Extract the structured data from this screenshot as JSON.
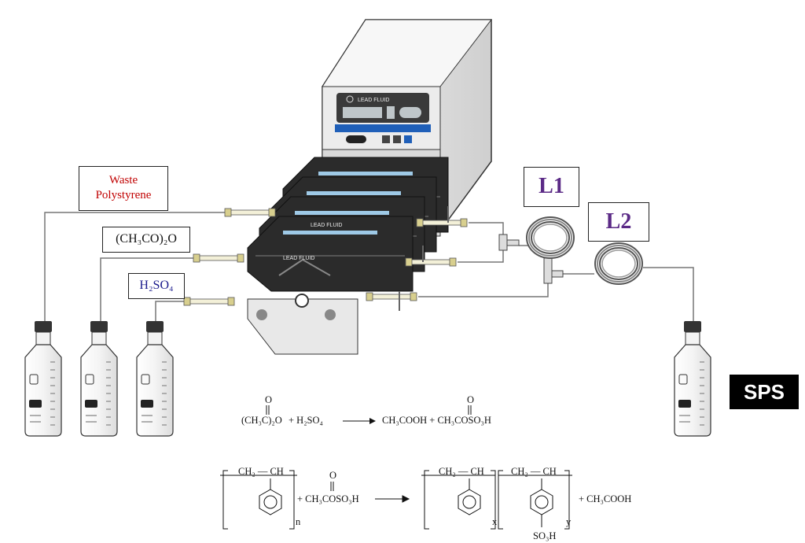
{
  "labels": {
    "waste_line1": "Waste",
    "waste_line2": "Polystyrene",
    "acetic_anhydride": "(CH₃CO)₂O",
    "sulfuric_acid": "H₂SO₄",
    "loop1": "L1",
    "loop2": "L2",
    "product": "SPS"
  },
  "pump": {
    "brand": "LEAD FLUID",
    "head_brand": "LEAD FLUID"
  },
  "reaction1": {
    "reactant1": "(CH₃C)₂O",
    "oxygen": "O",
    "plus1": "+ H₂SO₄",
    "product": "CH₃COOH + CH₃COSO₃H",
    "product_oxygen": "O"
  },
  "reaction2": {
    "chain_label": "CH₂ — CH",
    "subscript_n": "n",
    "reagent": "+ CH₃COSO₃H",
    "reagent_oxygen": "O",
    "subscript_x": "x",
    "subscript_y": "y",
    "sulfonate": "SO₃H",
    "byproduct": "+ CH₃COOH"
  },
  "colors": {
    "waste_text": "#c00000",
    "h2so4_text": "#1a1a8c",
    "loop_text": "#5b2a86",
    "pump_body": "#2b2b2b",
    "pump_housing": "#e6e6e6",
    "display_blue": "#1f5fb8"
  },
  "icons": [
    "bottle-icon",
    "coil-icon",
    "pump-icon",
    "t-connector-icon"
  ]
}
